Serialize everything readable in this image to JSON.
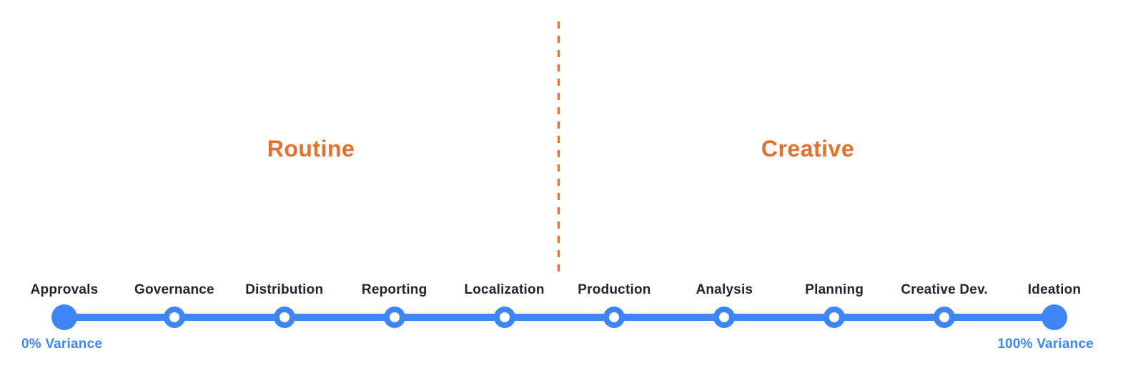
{
  "zones": [
    {
      "label": "Routine"
    },
    {
      "label": "Creative"
    }
  ],
  "milestones": [
    {
      "label": "Approvals",
      "style": "filled"
    },
    {
      "label": "Governance",
      "style": "open"
    },
    {
      "label": "Distribution",
      "style": "open"
    },
    {
      "label": "Reporting",
      "style": "open"
    },
    {
      "label": "Localization",
      "style": "open"
    },
    {
      "label": "Production",
      "style": "open"
    },
    {
      "label": "Analysis",
      "style": "open"
    },
    {
      "label": "Planning",
      "style": "open"
    },
    {
      "label": "Creative Dev.",
      "style": "open"
    },
    {
      "label": "Ideation",
      "style": "filled"
    }
  ],
  "axis": {
    "min_label": "0% Variance",
    "max_label": "100% Variance"
  },
  "colors": {
    "accent_blue": "#3d85f2",
    "accent_orange": "#e0712e",
    "label_text": "#20242f"
  }
}
